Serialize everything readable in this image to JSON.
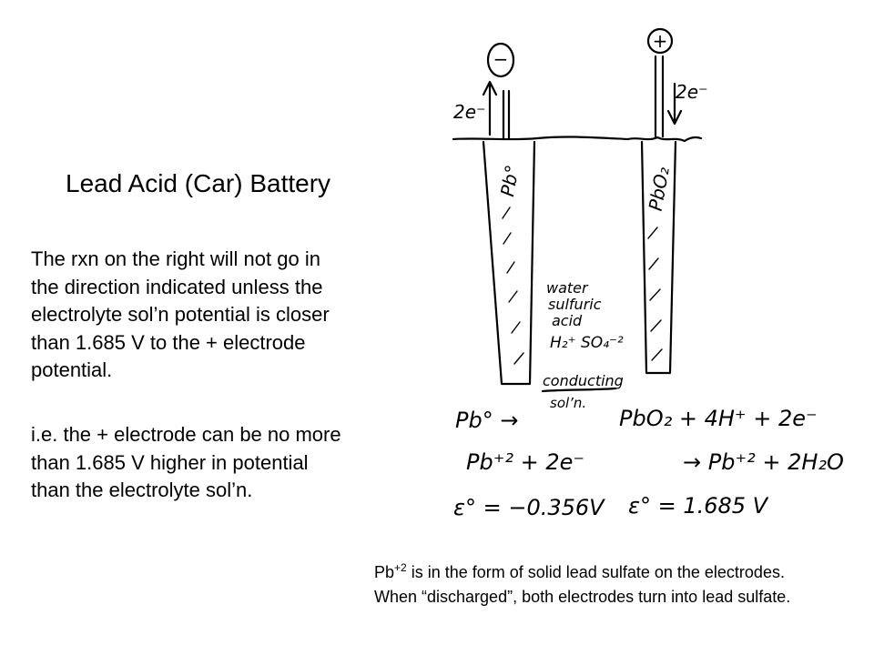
{
  "title": "Lead Acid (Car) Battery",
  "paragraph_1": "The rxn on the right will not go in\nthe direction indicated unless the\nelectrolyte sol’n potential is closer\nthan 1.685 V to the + electrode\npotential.",
  "paragraph_2": "i.e. the + electrode can be no more\nthan 1.685 V higher in potential\nthan the electrolyte sol’n.",
  "footnote": {
    "ion_base": "Pb",
    "ion_charge": "+2",
    "text": " is in the form of solid lead sulfate on the electrodes. When “discharged”, both electrodes turn into lead sulfate."
  },
  "diagram": {
    "negative_sign": "−",
    "positive_sign": "+",
    "left_electron_label": "2e⁻",
    "right_electron_label": "2e⁻",
    "left_electrode_label": "Pb°",
    "right_electrode_label": "PbO₂",
    "solution_line_1": "water",
    "solution_line_2": "sulfuric",
    "solution_line_3": "acid",
    "solution_formula": "H₂⁺ SO₄⁻²",
    "conducting_line_1": "conducting",
    "conducting_line_2": "sol’n.",
    "left_reaction_reactant": "Pb° →",
    "left_reaction_product": "Pb⁺² + 2e⁻",
    "left_potential": "ε° = −0.356V",
    "right_reaction_reactant": "PbO₂ + 4H⁺ + 2e⁻",
    "right_reaction_product": "→ Pb⁺² + 2H₂O",
    "right_potential": "ε° = 1.685 V"
  }
}
